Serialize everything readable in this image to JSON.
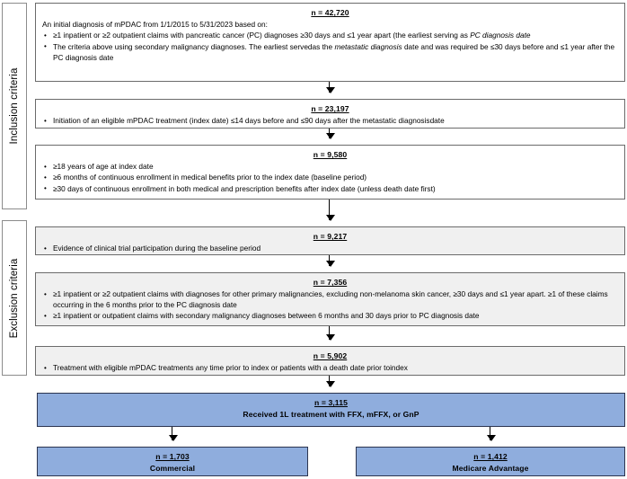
{
  "rails": {
    "inclusion_label": "Inclusion criteria",
    "exclusion_label": "Exclusion criteria"
  },
  "colors": {
    "blue_fill": "#8faddd",
    "blue_border": "#2c3550",
    "gray_fill": "#f0f0f0",
    "box_border": "#6b6b6b",
    "arrow": "#000000"
  },
  "boxes": {
    "b42720": {
      "n": "n = 42,720",
      "lead": "An initial diagnosis of mPDAC from 1/1/2015 to 5/31/2023 based on:",
      "bullet1_a": "≥1 inpatient or ≥2 outpatient claims with pancreatic cancer (PC) diagnoses ≥30 days and ≤1 year apart (the earliest serving as ",
      "bullet1_it": "PC diagnosis date",
      "bullet2_a": "The criteria above using secondary malignancy diagnoses. The earliest servedas the ",
      "bullet2_it": "metastatic diagnosis",
      "bullet2_b": " date and was required be ≤30 days before and ≤1 year after the PC diagnosis date"
    },
    "b23197": {
      "n": "n = 23,197",
      "bullet1": "Initiation of an eligible mPDAC treatment (index date) ≤14 days before and ≤90 days after the metastatic diagnosisdate"
    },
    "b9580": {
      "n": "n = 9,580",
      "bullet1": "≥18 years of age at index date",
      "bullet2": "≥6 months of continuous enrollment in medical benefits prior to the index date (baseline period)",
      "bullet3": "≥30 days of continuous enrollment in both medical and prescription benefits after index date (unless death date first)"
    },
    "b9217": {
      "n": "n = 9,217",
      "bullet1": "Evidence of clinical trial participation during the baseline period"
    },
    "b7356": {
      "n": "n = 7,356",
      "bullet1": "≥1 inpatient or ≥2 outpatient claims with diagnoses for other primary malignancies, excluding non-melanoma skin cancer, ≥30 days and ≤1 year apart. ≥1 of these claims occurring in the 6 months prior to the PC diagnosis date",
      "bullet2": "≥1 inpatient or outpatient claims with secondary malignancy diagnoses between 6 months and 30 days prior to PC diagnosis date"
    },
    "b5902": {
      "n": "n = 5,902",
      "bullet1": "Treatment with eligible mPDAC treatments any time prior to index or patients with a death date prior toindex"
    },
    "b3115": {
      "n": "n = 3,115",
      "sub": "Received 1L treatment with FFX, mFFX, or GnP"
    },
    "b1703": {
      "n": "n = 1,703",
      "sub": "Commercial"
    },
    "b1412": {
      "n": "n = 1,412",
      "sub": "Medicare Advantage"
    }
  }
}
